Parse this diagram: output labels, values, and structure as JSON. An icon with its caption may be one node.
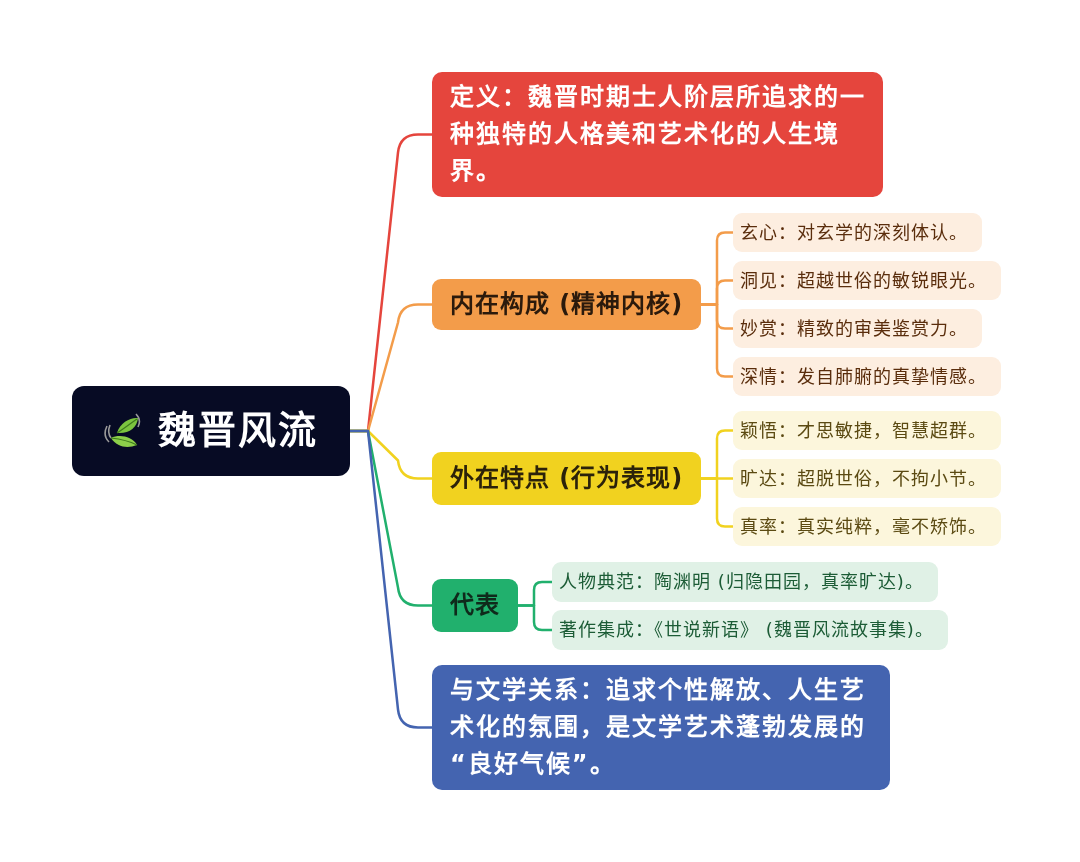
{
  "diagram": {
    "nodes": [
      {
        "text": [
          "魏晋风流"
        ]
      },
      {
        "text": [
          "定义：魏晋时期士人阶层所追求的一种独特的人格美和艺术化的人生境界。"
        ]
      },
      {
        "text": [
          "内在构成 (精神内核)"
        ]
      },
      {
        "text": [
          "玄心：对玄学的深刻体认。"
        ]
      },
      {
        "text": [
          "洞见：超越世俗的敏锐眼光。"
        ]
      },
      {
        "text": [
          "妙赏：精致的审美鉴赏力。"
        ]
      },
      {
        "text": [
          "深情：发自肺腑的真挚情感。"
        ]
      },
      {
        "text": [
          "外在特点 (行为表现)"
        ]
      },
      {
        "text": [
          "颖悟：才思敏捷，智慧超群。"
        ]
      },
      {
        "text": [
          "旷达：超脱世俗，不拘小节。"
        ]
      },
      {
        "text": [
          "真率：真实纯粹，毫不矫饰。"
        ]
      },
      {
        "text": [
          "代表"
        ]
      },
      {
        "text": [
          "人物典范：陶渊明 (归隐田园，真率旷达)。"
        ]
      },
      {
        "text": [
          "著作集成：《世说新语》 (魏晋风流故事集)。"
        ]
      },
      {
        "text": [
          "与文学关系：追求个性解放、人生艺术化的氛围，是文学艺术蓬勃发展的“良好气候”。"
        ]
      }
    ],
    "edges": [
      {
        "from": 0,
        "to": 1,
        "arrow": "none",
        "color": "#e5453d"
      },
      {
        "from": 0,
        "to": 2,
        "arrow": "none",
        "color": "#f39c4a"
      },
      {
        "from": 2,
        "to": 3,
        "arrow": "none",
        "color": "#f39c4a"
      },
      {
        "from": 2,
        "to": 4,
        "arrow": "none",
        "color": "#f39c4a"
      },
      {
        "from": 2,
        "to": 5,
        "arrow": "none",
        "color": "#f39c4a"
      },
      {
        "from": 2,
        "to": 6,
        "arrow": "none",
        "color": "#f39c4a"
      },
      {
        "from": 0,
        "to": 7,
        "arrow": "none",
        "color": "#f1d21f"
      },
      {
        "from": 7,
        "to": 8,
        "arrow": "none",
        "color": "#f1d21f"
      },
      {
        "from": 7,
        "to": 9,
        "arrow": "none",
        "color": "#f1d21f"
      },
      {
        "from": 7,
        "to": 10,
        "arrow": "none",
        "color": "#f1d21f"
      },
      {
        "from": 0,
        "to": 11,
        "arrow": "none",
        "color": "#21b06d"
      },
      {
        "from": 11,
        "to": 12,
        "arrow": "none",
        "color": "#21b06d"
      },
      {
        "from": 11,
        "to": 13,
        "arrow": "none",
        "color": "#21b06d"
      },
      {
        "from": 0,
        "to": 14,
        "arrow": "none",
        "color": "#4464b0"
      }
    ]
  }
}
